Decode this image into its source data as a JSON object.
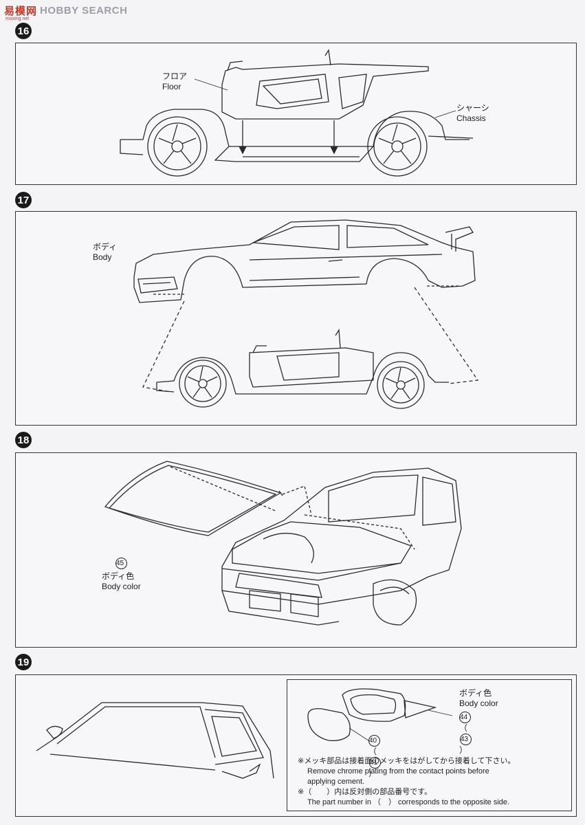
{
  "watermark": {
    "brand": "易模网",
    "text": "HOBBY SEARCH",
    "sub": "moxing.net"
  },
  "steps": [
    {
      "number": "16",
      "labels": [
        {
          "jp": "フロア",
          "en": "Floor"
        },
        {
          "jp": "シャーシ",
          "en": "Chassis"
        }
      ]
    },
    {
      "number": "17",
      "labels": [
        {
          "jp": "ボディ",
          "en": "Body"
        }
      ]
    },
    {
      "number": "18",
      "part": "45",
      "labels": [
        {
          "jp": "ボディ色",
          "en": "Body color"
        }
      ]
    },
    {
      "number": "19",
      "inset": {
        "label_jp": "ボディ色",
        "label_en": "Body color",
        "part_a": "44",
        "part_a_alt": "43",
        "part_b": "40",
        "part_b_alt": "41"
      },
      "notes": [
        "※メッキ部品は接着面のメッキをはがしてから接着して下さい。",
        "Remove chrome plating from the contact points before",
        "applying cement.",
        "※（　　）内は反対側の部品番号です。",
        "The part number in （　） corresponds to the opposite side."
      ]
    }
  ]
}
